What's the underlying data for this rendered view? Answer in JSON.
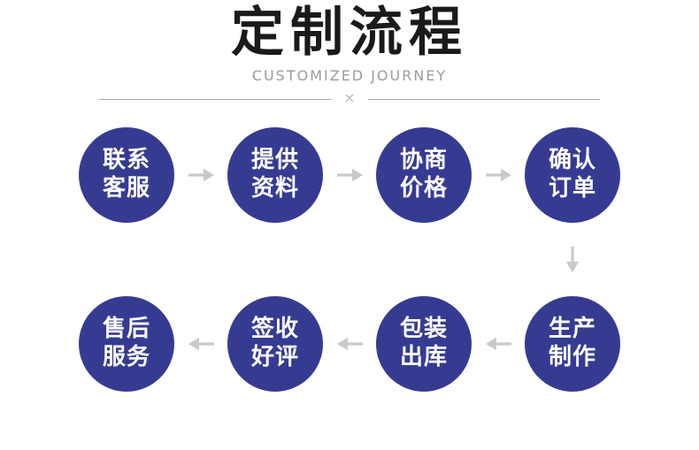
{
  "header": {
    "title": "定制流程",
    "subtitle": "CUSTOMIZED JOURNEY",
    "divider_symbol": "×"
  },
  "colors": {
    "circle": "#363b92",
    "arrow": "#c9c9c9",
    "title": "#1a1a1a",
    "subtitle": "#9b9b9b",
    "divider": "#a3a3a3"
  },
  "flow": {
    "row1": [
      {
        "line1": "联系",
        "line2": "客服"
      },
      {
        "line1": "提供",
        "line2": "资料"
      },
      {
        "line1": "协商",
        "line2": "价格"
      },
      {
        "line1": "确认",
        "line2": "订单"
      }
    ],
    "row2": [
      {
        "line1": "售后",
        "line2": "服务"
      },
      {
        "line1": "签收",
        "line2": "好评"
      },
      {
        "line1": "包装",
        "line2": "出库"
      },
      {
        "line1": "生产",
        "line2": "制作"
      }
    ]
  }
}
